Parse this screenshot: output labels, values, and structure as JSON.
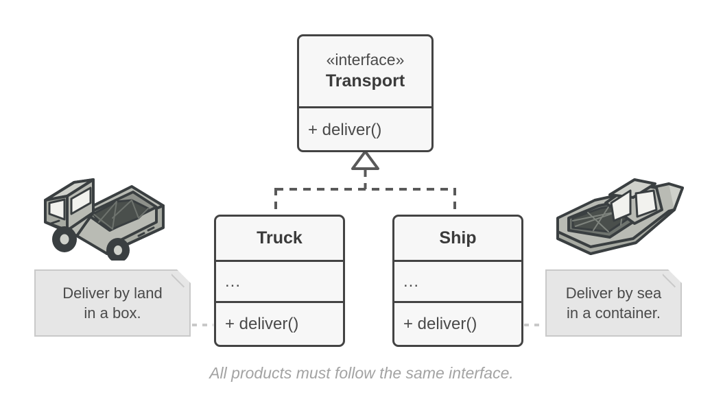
{
  "diagram": {
    "kind": "uml-class-diagram",
    "caption": "All products must follow the same interface.",
    "colors": {
      "background": "#ffffff",
      "box_fill": "#f7f7f7",
      "box_stroke": "#434343",
      "text": "#4a4a4a",
      "note_fill": "#e6e6e6",
      "note_stroke": "#c9c9c9",
      "connector": "#595959",
      "note_connector": "#c9c9c9",
      "caption": "#a3a3a3",
      "vehicle_body": "#b9bbb4",
      "vehicle_outline": "#3a3f41",
      "vehicle_cargo": "#4a4f4c",
      "vehicle_glass": "#f2f2ee"
    }
  },
  "interface": {
    "stereotype": "«interface»",
    "name": "Transport",
    "methods": [
      "+ deliver()"
    ]
  },
  "classes": [
    {
      "name": "Truck",
      "attributes": "...",
      "methods": [
        "+ deliver()"
      ],
      "illustration": "truck-icon",
      "note": "Deliver by land\nin a box."
    },
    {
      "name": "Ship",
      "attributes": "...",
      "methods": [
        "+ deliver()"
      ],
      "illustration": "ship-icon",
      "note": "Deliver by sea\nin a container."
    }
  ],
  "relationships": [
    {
      "type": "realization",
      "from": "Truck",
      "to": "Transport",
      "style": "dashed",
      "arrowhead": "hollow-triangle"
    },
    {
      "type": "realization",
      "from": "Ship",
      "to": "Transport",
      "style": "dashed",
      "arrowhead": "hollow-triangle"
    },
    {
      "type": "note-anchor",
      "from": "note-left",
      "to": "Truck",
      "style": "dotted"
    },
    {
      "type": "note-anchor",
      "from": "note-right",
      "to": "Ship",
      "style": "dotted"
    }
  ]
}
